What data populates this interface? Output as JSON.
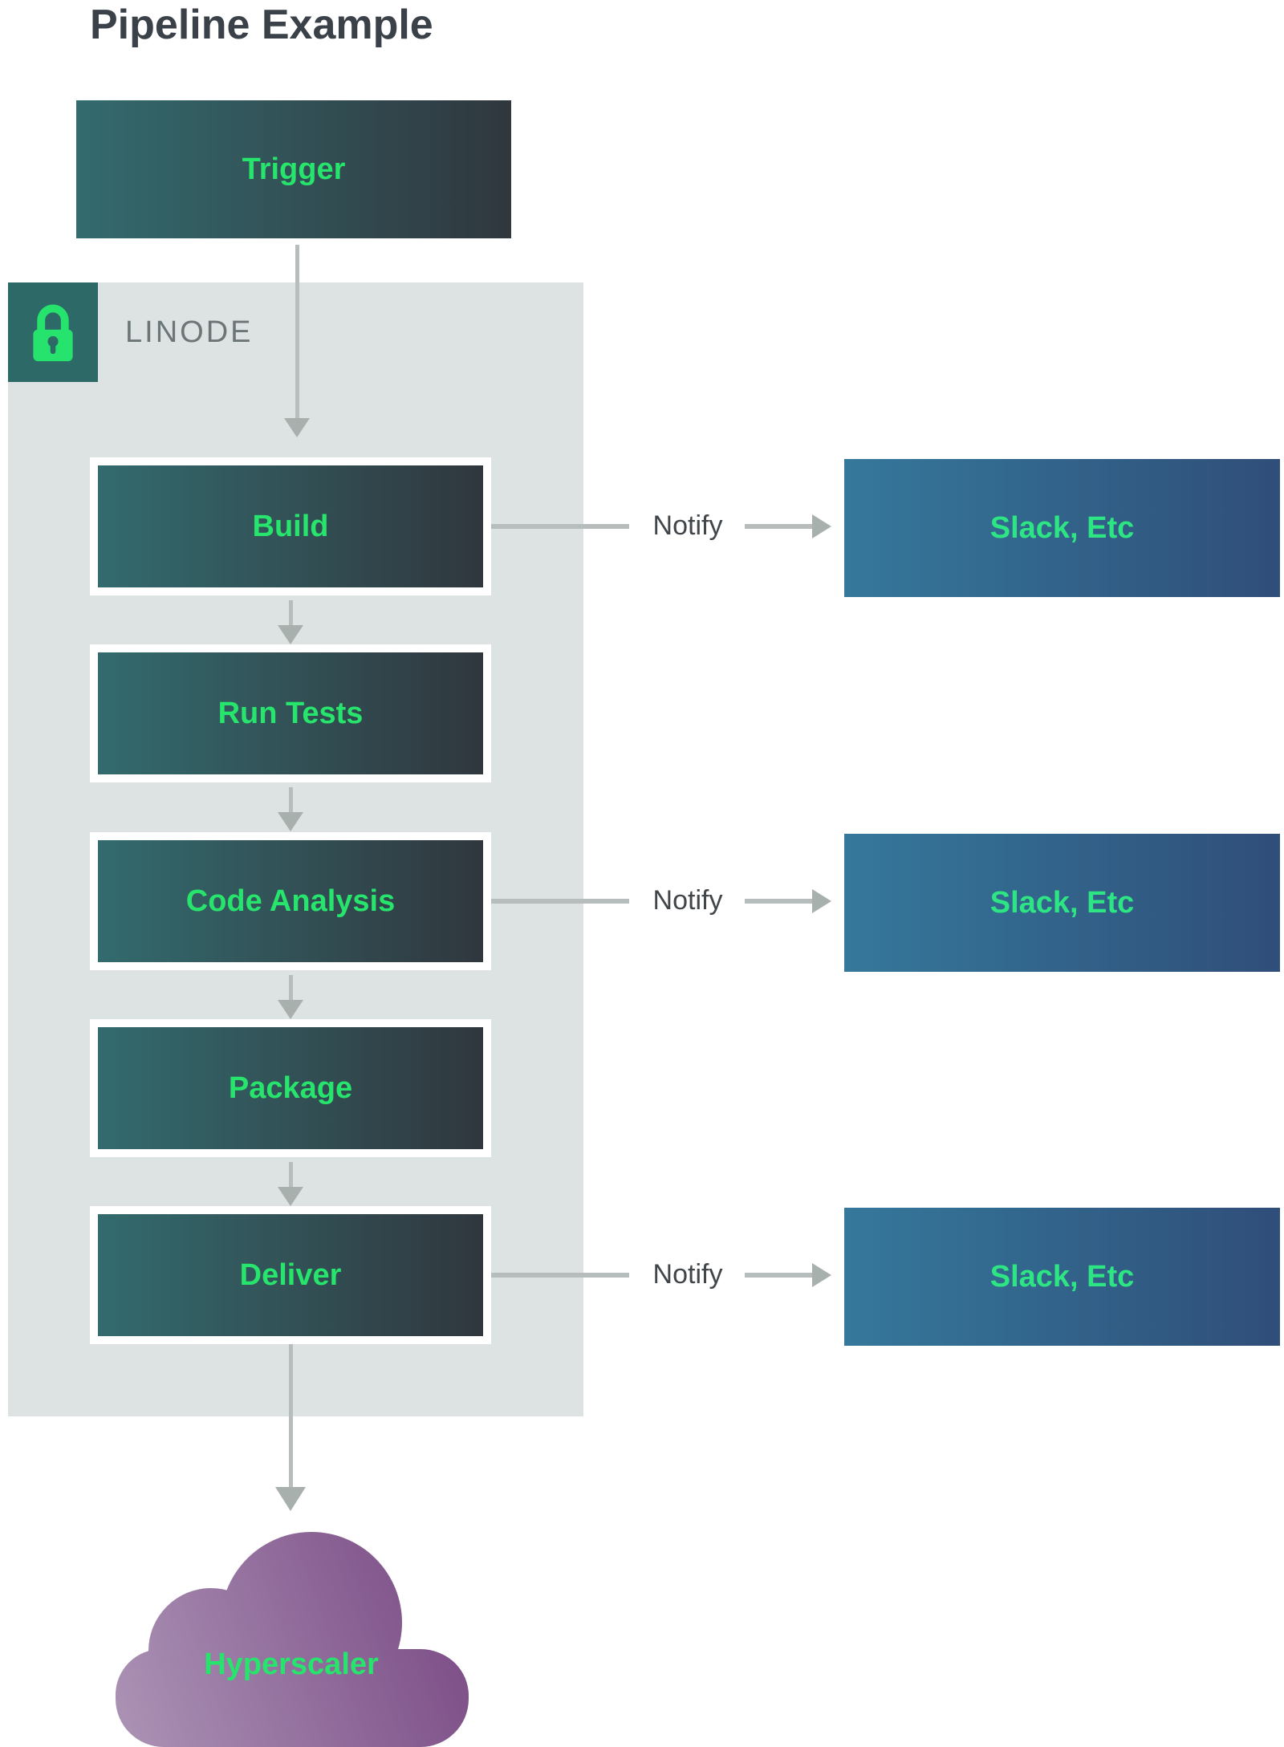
{
  "title": "Pipeline Example",
  "trigger": {
    "label": "Trigger"
  },
  "linode_container": {
    "label": "LINODE",
    "icon": "lock-icon"
  },
  "stages": [
    {
      "label": "Build"
    },
    {
      "label": "Run Tests"
    },
    {
      "label": "Code Analysis"
    },
    {
      "label": "Package"
    },
    {
      "label": "Deliver"
    }
  ],
  "notify_rows": [
    {
      "label": "Notify",
      "target": "Slack, Etc"
    },
    {
      "label": "Notify",
      "target": "Slack, Etc"
    },
    {
      "label": "Notify",
      "target": "Slack, Etc"
    }
  ],
  "cloud": {
    "label": "Hyperscaler"
  },
  "colors": {
    "title_text": "#3b4149",
    "stage_gradient_start": "#336b6e",
    "stage_gradient_end": "#30373e",
    "stage_text": "#26e46c",
    "notify_box_gradient_start": "#35789b",
    "notify_box_gradient_end": "#2f4e79",
    "notify_box_text": "#2ee583",
    "container_bg": "#dce3e2",
    "lock_badge_bg": "#2d6966",
    "lock_icon": "#25e36d",
    "linode_text": "#6c7677",
    "notify_text": "#41464a",
    "arrow": "#b7bdbc",
    "arrow_head": "#a8b0ae",
    "cloud_gradient_start": "#ab92b4",
    "cloud_gradient_end": "#7a4b85"
  }
}
